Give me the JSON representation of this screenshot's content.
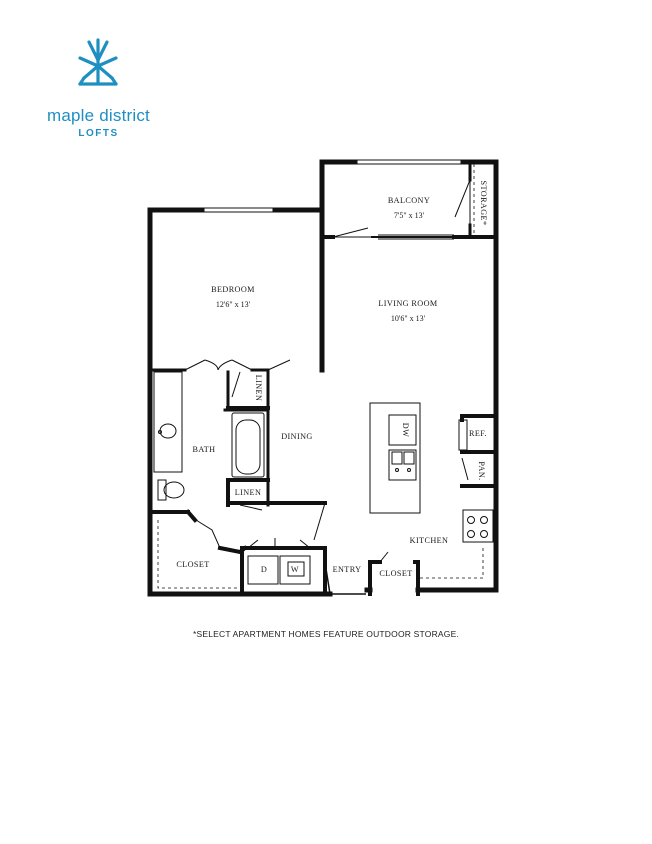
{
  "brand": {
    "name": "maple district",
    "sub": "LOFTS",
    "color": "#1f8fc2"
  },
  "rooms": {
    "balcony": {
      "label": "BALCONY",
      "dims": "7'5\" x 13'"
    },
    "storage": "STORAGE*",
    "bedroom": {
      "label": "BEDROOM",
      "dims": "12'6\" x 13'"
    },
    "living": {
      "label": "LIVING ROOM",
      "dims": "10'6\" x 13'"
    },
    "linen_top": "LINEN",
    "linen_bottom": "LINEN",
    "bath": "BATH",
    "dining": "DINING",
    "dw": "DW",
    "ref": "REF.",
    "pan": "PAN.",
    "kitchen": "KITCHEN",
    "closet_left": "CLOSET",
    "dryer": "D",
    "washer": "W",
    "entry": "ENTRY",
    "closet_entry": "CLOSET"
  },
  "footnote": "*SELECT APARTMENT HOMES FEATURE OUTDOOR STORAGE."
}
